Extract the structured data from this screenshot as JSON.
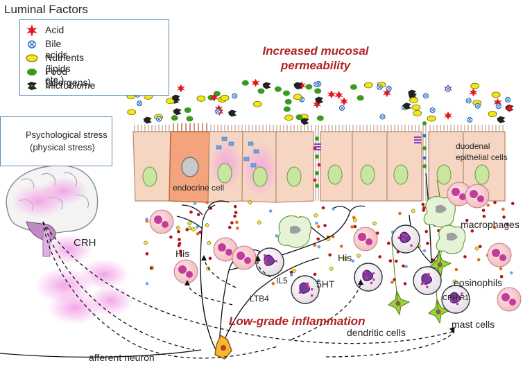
{
  "legend": {
    "title": "Luminal Factors",
    "items": [
      {
        "label": "Acid",
        "icon": "red-star-icon",
        "color": "#e0181c"
      },
      {
        "label": "Bile acids",
        "icon": "crossed-circle-icon",
        "color": "#2e6fbf"
      },
      {
        "label": "Nutrients (lipids etc.)",
        "icon": "yellow-ellipse-icon",
        "color": "#f2e61a"
      },
      {
        "label": "Food (allergens)",
        "icon": "green-ellipse-icon",
        "color": "#3a9a1e"
      },
      {
        "label": "Microbiome",
        "icon": "black-microbe-icon",
        "color": "#222222"
      }
    ]
  },
  "stress": {
    "line1": "Psychological stress",
    "line2": "(physical stress)"
  },
  "titles": {
    "permeability_line1": "Increased mucosal",
    "permeability_line2": "permeability",
    "inflammation": "Low-grade inflammation"
  },
  "labels": {
    "crh": "CRH",
    "endocrine": "endocrine cell",
    "duodenal_line1": "duodenal",
    "duodenal_line2": "epithelial cells",
    "macrophages": "macrophages",
    "eosinophils": "eosinophils",
    "mast_cells": "mast cells",
    "dendritic": "dendritic cells",
    "afferent": "afferent neuron",
    "his_left": "His",
    "his_right": "His",
    "il5": "IL5",
    "sht": "5HT",
    "ltb4": "LTB4",
    "crh_r1": "CRH-R1"
  },
  "colors": {
    "epithelium": "#f6d6c2",
    "endocrine": "#f4a47c",
    "nucleus": "#c8e6a0",
    "stress_pink": "#f2a2e6",
    "title_red": "#b22222",
    "neuron": "#f5b82e"
  }
}
